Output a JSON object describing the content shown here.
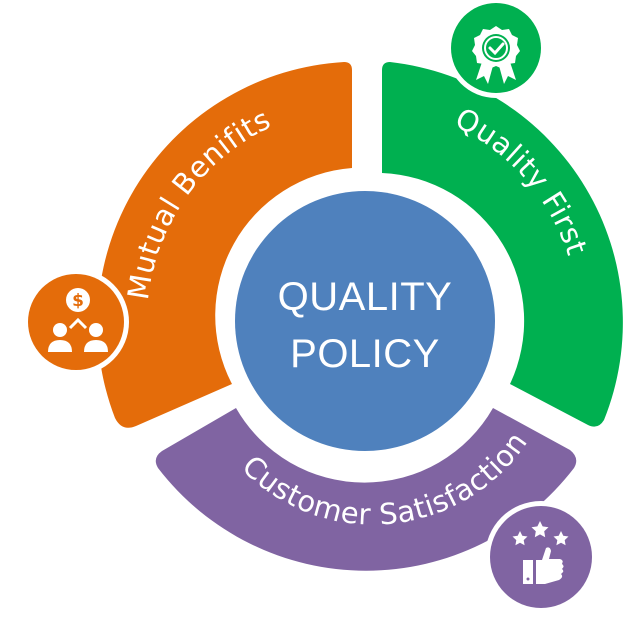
{
  "diagram": {
    "center": {
      "line1": "QUALITY",
      "line2": "POLICY",
      "color": "#4f81bd"
    },
    "segments": [
      {
        "id": "mutual-benefits",
        "label": "Mutual Benifits",
        "color": "#e46c0a",
        "icon": "money-exchange-people-icon"
      },
      {
        "id": "quality-first",
        "label": "Quality First",
        "color": "#00b050",
        "icon": "award-badge-check-icon"
      },
      {
        "id": "customer-satisfaction",
        "label": "Customer Satisfaction",
        "color": "#8064a2",
        "icon": "thumbs-up-stars-icon"
      }
    ],
    "dollar_symbol": "$"
  }
}
